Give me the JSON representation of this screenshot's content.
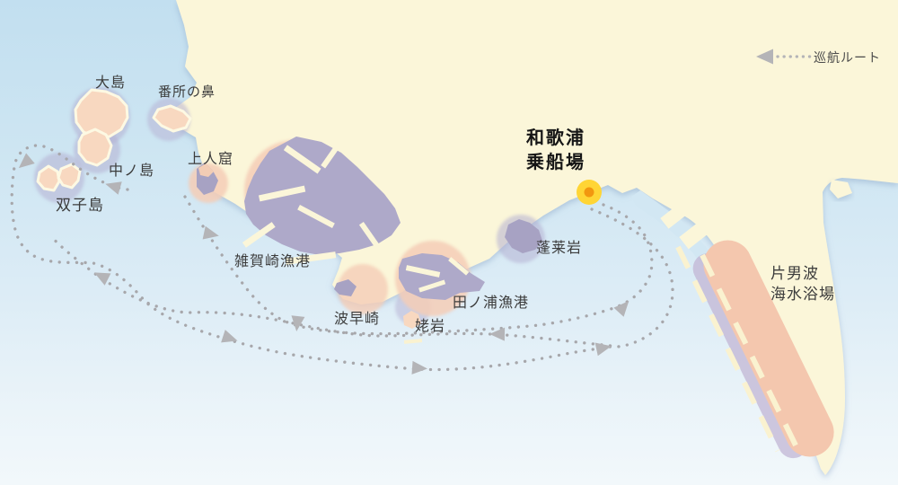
{
  "map": {
    "type": "illustrated-cruise-route-map",
    "legend": {
      "route_label": "巡航ルート"
    },
    "boarding_point": {
      "label_line1": "和歌浦",
      "label_line2": "乗船場",
      "marker": "yellow-dot"
    },
    "landmarks": [
      {
        "id": "oshima",
        "label": "大島"
      },
      {
        "id": "bansho-no-hana",
        "label": "番所の鼻"
      },
      {
        "id": "nakanoshima",
        "label": "中ノ島"
      },
      {
        "id": "futagojima",
        "label": "双子島"
      },
      {
        "id": "shoninkutsu",
        "label": "上人窟"
      },
      {
        "id": "saikazaki-gyoko",
        "label": "雑賀崎漁港"
      },
      {
        "id": "hasayazaki",
        "label": "波早崎"
      },
      {
        "id": "ubaiwa",
        "label": "姥岩"
      },
      {
        "id": "tanoura-gyoko",
        "label": "田ノ浦漁港"
      },
      {
        "id": "horaiiwa",
        "label": "蓬莱岩"
      },
      {
        "id": "kataonami-beach",
        "label_line1": "片男波",
        "label_line2": "海水浴場"
      }
    ],
    "colors": {
      "sea_top": "#c2dff0",
      "sea_bottom": "#f2f8fb",
      "land_cream": "#fbf6d9",
      "halo_lavender": "#b5b0d2",
      "landmark_pink": "#f5cdb6",
      "island_pink": "#f8d8c0",
      "harbor_purple": "#aea9c9",
      "beach_pink": "#f4c7ae",
      "route_dot_gray": "#a7a7ab",
      "arrow_gray": "#b4b4b7",
      "dock_yellow": "#ffd535",
      "dock_orange": "#f2970f"
    }
  }
}
